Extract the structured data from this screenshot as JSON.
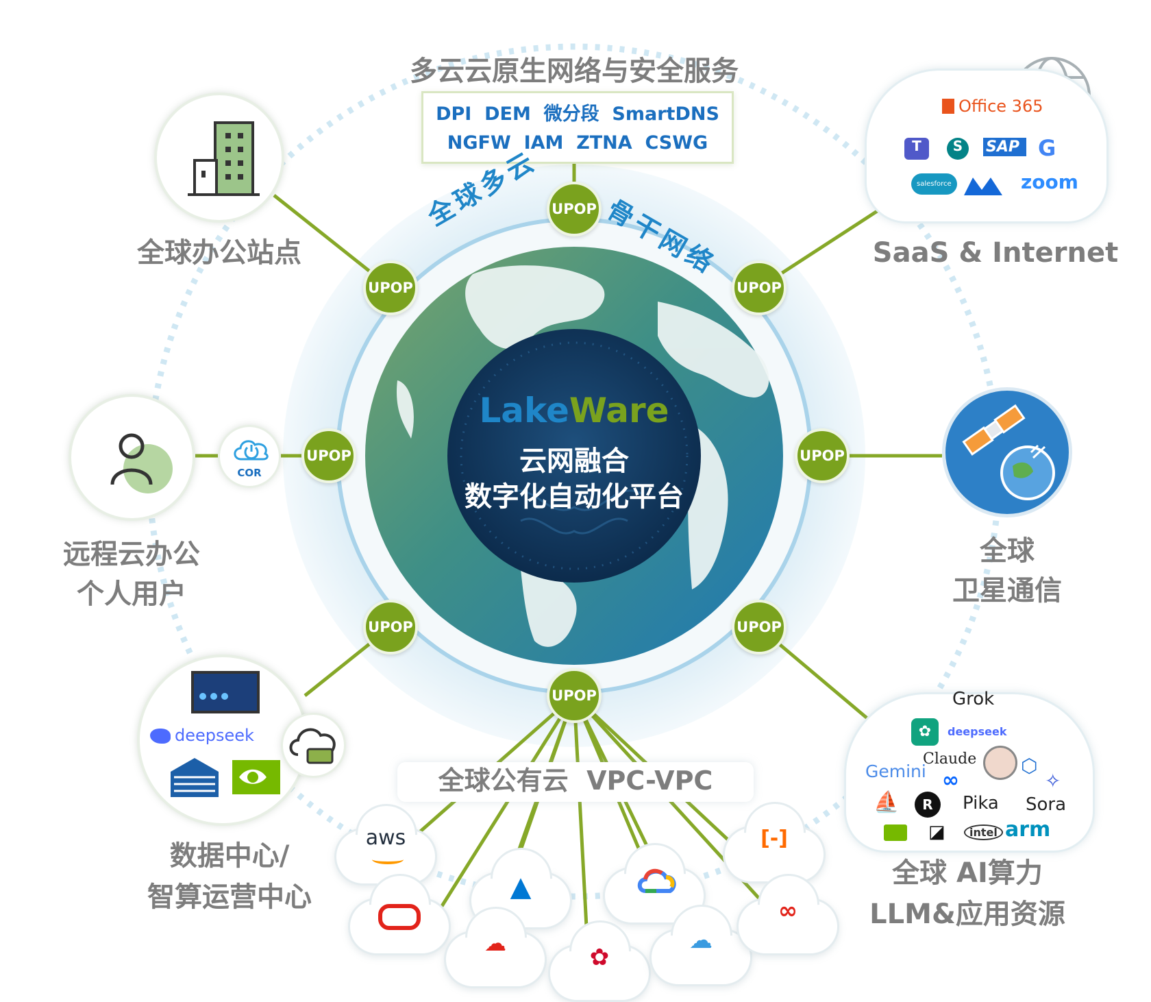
{
  "security": {
    "title": "多云云原生网络与安全服务",
    "row1": "DPI  DEM  微分段  SmartDNS",
    "row2": "NGFW  IAM  ZTNA  CSWG"
  },
  "backbone": {
    "left": "全球多云",
    "right": "骨干网络"
  },
  "core": {
    "brand_lake": "Lake",
    "brand_ware": "Ware",
    "line1": "云网融合",
    "line2": "数字化自动化平台"
  },
  "upop_label": "UPOP",
  "nodes": {
    "office": "全球办公站点",
    "saas": "SaaS & Internet",
    "remote_line1": "远程云办公",
    "remote_line2": "个人用户",
    "satellite_line1": "全球",
    "satellite_line2": "卫星通信",
    "dc_line1": "数据中心/",
    "dc_line2": "智算运营中心",
    "ai_line1": "全球 AI算力",
    "ai_line2": "LLM&应用资源",
    "public_cloud": "全球公有云  VPC-VPC"
  },
  "cor_badge": "COR",
  "saas_logos": {
    "office365": "Office 365",
    "sap": "SAP",
    "google": "G",
    "salesforce": "salesforce",
    "zoom": "zoom",
    "teams_icon": "teams-icon",
    "sharepoint_icon": "sharepoint-icon",
    "tableau_icon": "m-logo-icon"
  },
  "dc_logos": {
    "deepseek": "deepseek"
  },
  "ai_logos": {
    "grok": "Grok",
    "deepseek": "deepseek",
    "gemini": "Gemini",
    "claude": "Claude",
    "pika": "Pika",
    "sora": "Sora",
    "arm": "arm",
    "intel": "intel"
  },
  "cloud_logos": {
    "aws": "aws",
    "azure_icon": "azure-icon",
    "gcp_icon": "google-cloud-icon",
    "alibaba": "[-]",
    "oracle_icon": "oracle-icon",
    "tencent_icon": "tencent-cloud-icon",
    "huawei_icon": "huawei-icon",
    "ibm_icon": "cloud-icon",
    "ctyun_icon": "ctyun-icon"
  },
  "colors": {
    "upop": "#7aa21e",
    "link": "#86a828",
    "brand_blue": "#1f86c8",
    "brand_green": "#7aa21e",
    "globe_dark": "#10375a",
    "label_gray": "#7d7d7d",
    "accent_blue": "#1b6fbf"
  }
}
